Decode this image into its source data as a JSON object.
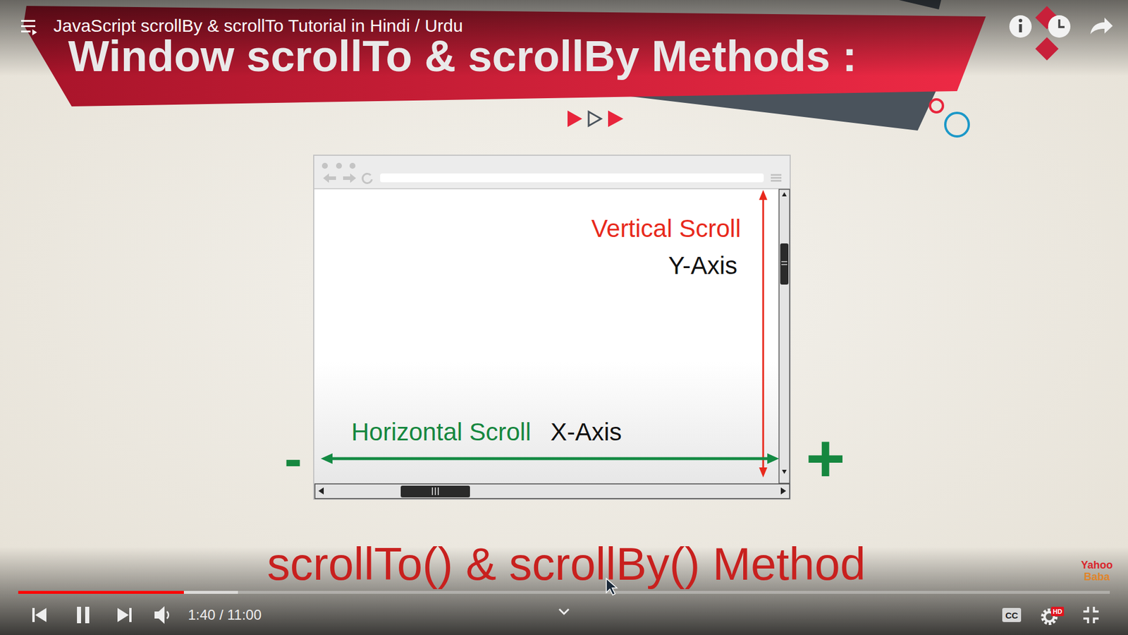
{
  "diagram": {
    "title": "Window scrollTo & scrollBy Methods :",
    "caption": "scrollTo() & scrollBy() Method",
    "labels": [
      "JavaScript scrollBy & scrollTo Tutorial in Hindi / Urdu",
      "Vertical Scroll",
      "Y-Axis",
      "Horizontal Scroll",
      "X-Axis",
      "-",
      "+",
      "Yahoo",
      "Baba",
      "1:40 / 11:00",
      "CC",
      "HD"
    ]
  }
}
